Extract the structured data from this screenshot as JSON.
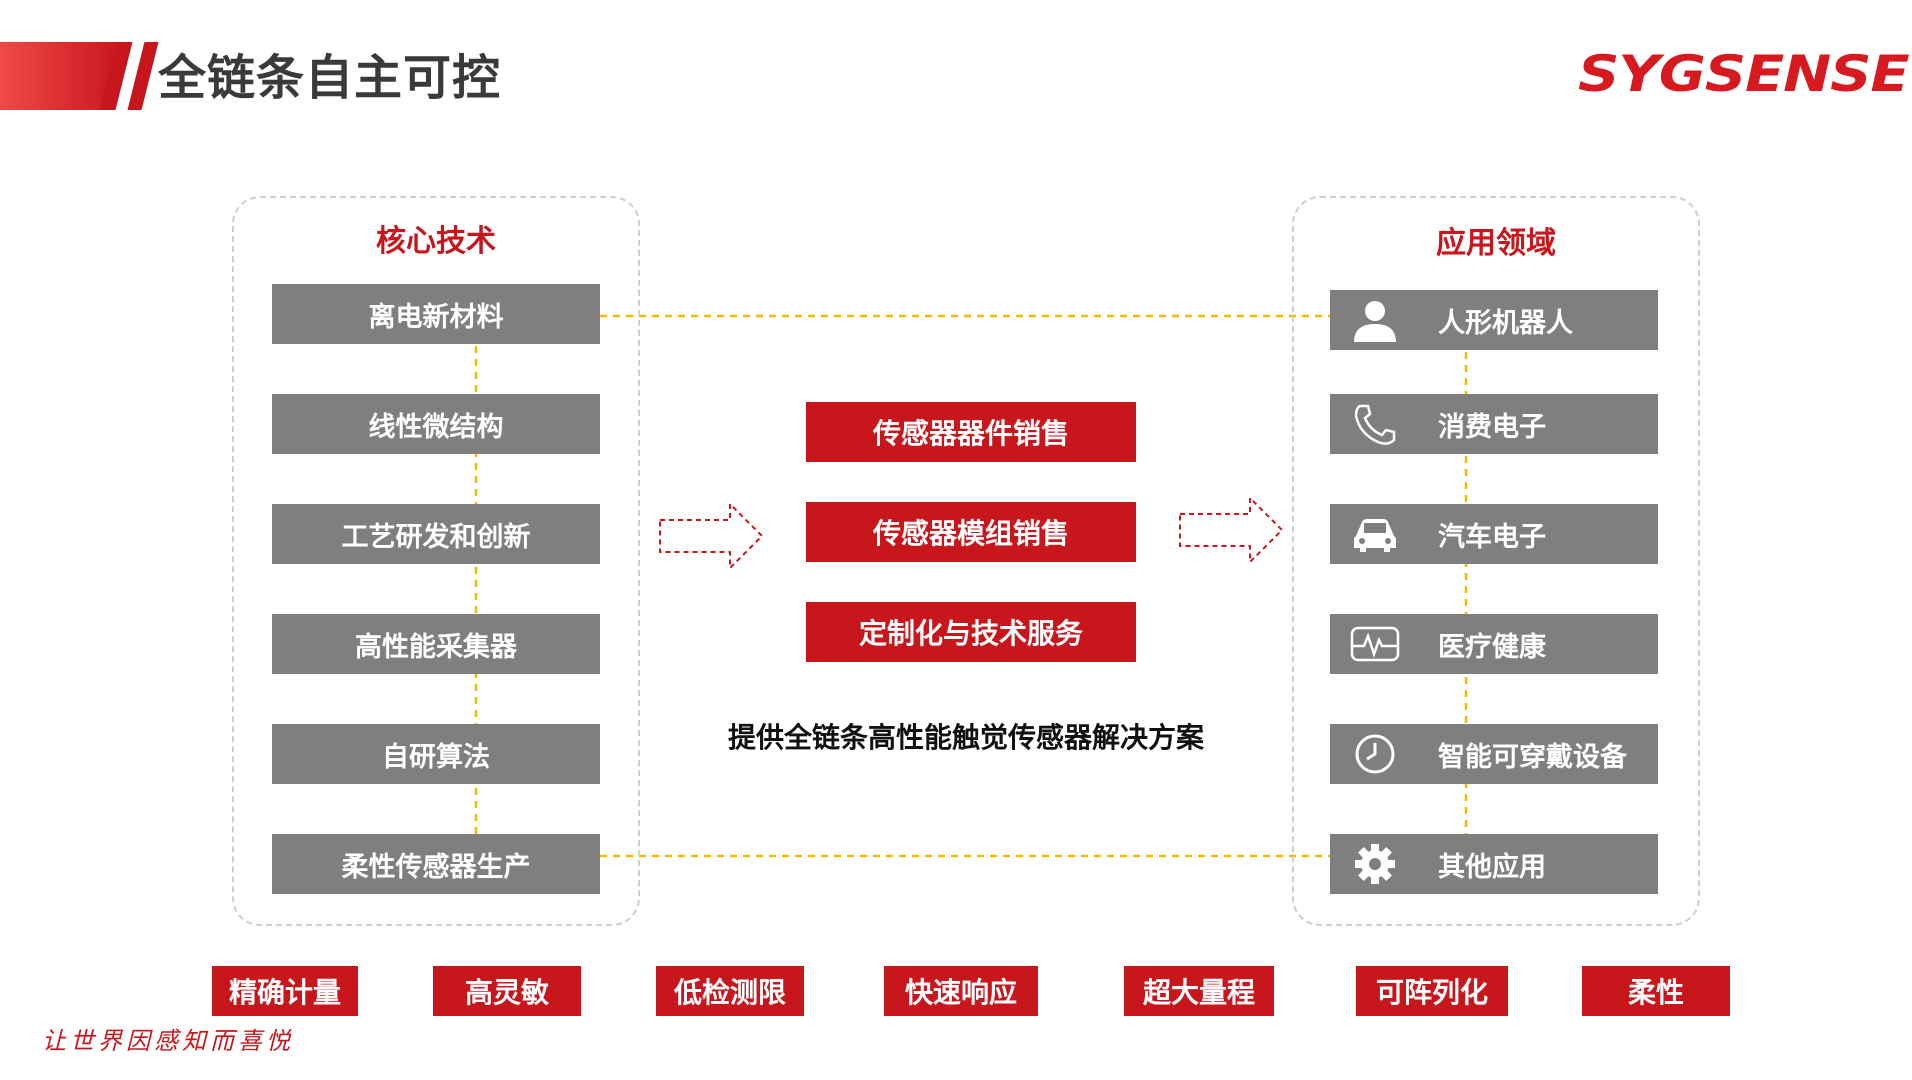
{
  "header": {
    "title": "全链条自主可控",
    "logo_text": "SYGSENSE"
  },
  "core_tech": {
    "title": "核心技术",
    "items": [
      "离电新材料",
      "线性微结构",
      "工艺研发和创新",
      "高性能采集器",
      "自研算法",
      "柔性传感器生产"
    ]
  },
  "services": {
    "items": [
      "传感器器件销售",
      "传感器模组销售",
      "定制化与技术服务"
    ],
    "solution_text": "提供全链条高性能触觉传感器解决方案"
  },
  "applications": {
    "title": "应用领域",
    "items": [
      {
        "label": "人形机器人",
        "icon": "person-icon"
      },
      {
        "label": "消费电子",
        "icon": "phone-icon"
      },
      {
        "label": "汽车电子",
        "icon": "car-icon"
      },
      {
        "label": "医疗健康",
        "icon": "heartbeat-icon"
      },
      {
        "label": "智能可穿戴设备",
        "icon": "clock-icon"
      },
      {
        "label": "其他应用",
        "icon": "gear-icon"
      }
    ]
  },
  "features": [
    "精确计量",
    "高灵敏",
    "低检测限",
    "快速响应",
    "超大量程",
    "可阵列化",
    "柔性"
  ],
  "slogan": "让世界因感知而喜悦",
  "colors": {
    "brand_red": "#c8161d",
    "box_gray": "#7f7f7f",
    "connector_yellow": "#f5b800"
  }
}
